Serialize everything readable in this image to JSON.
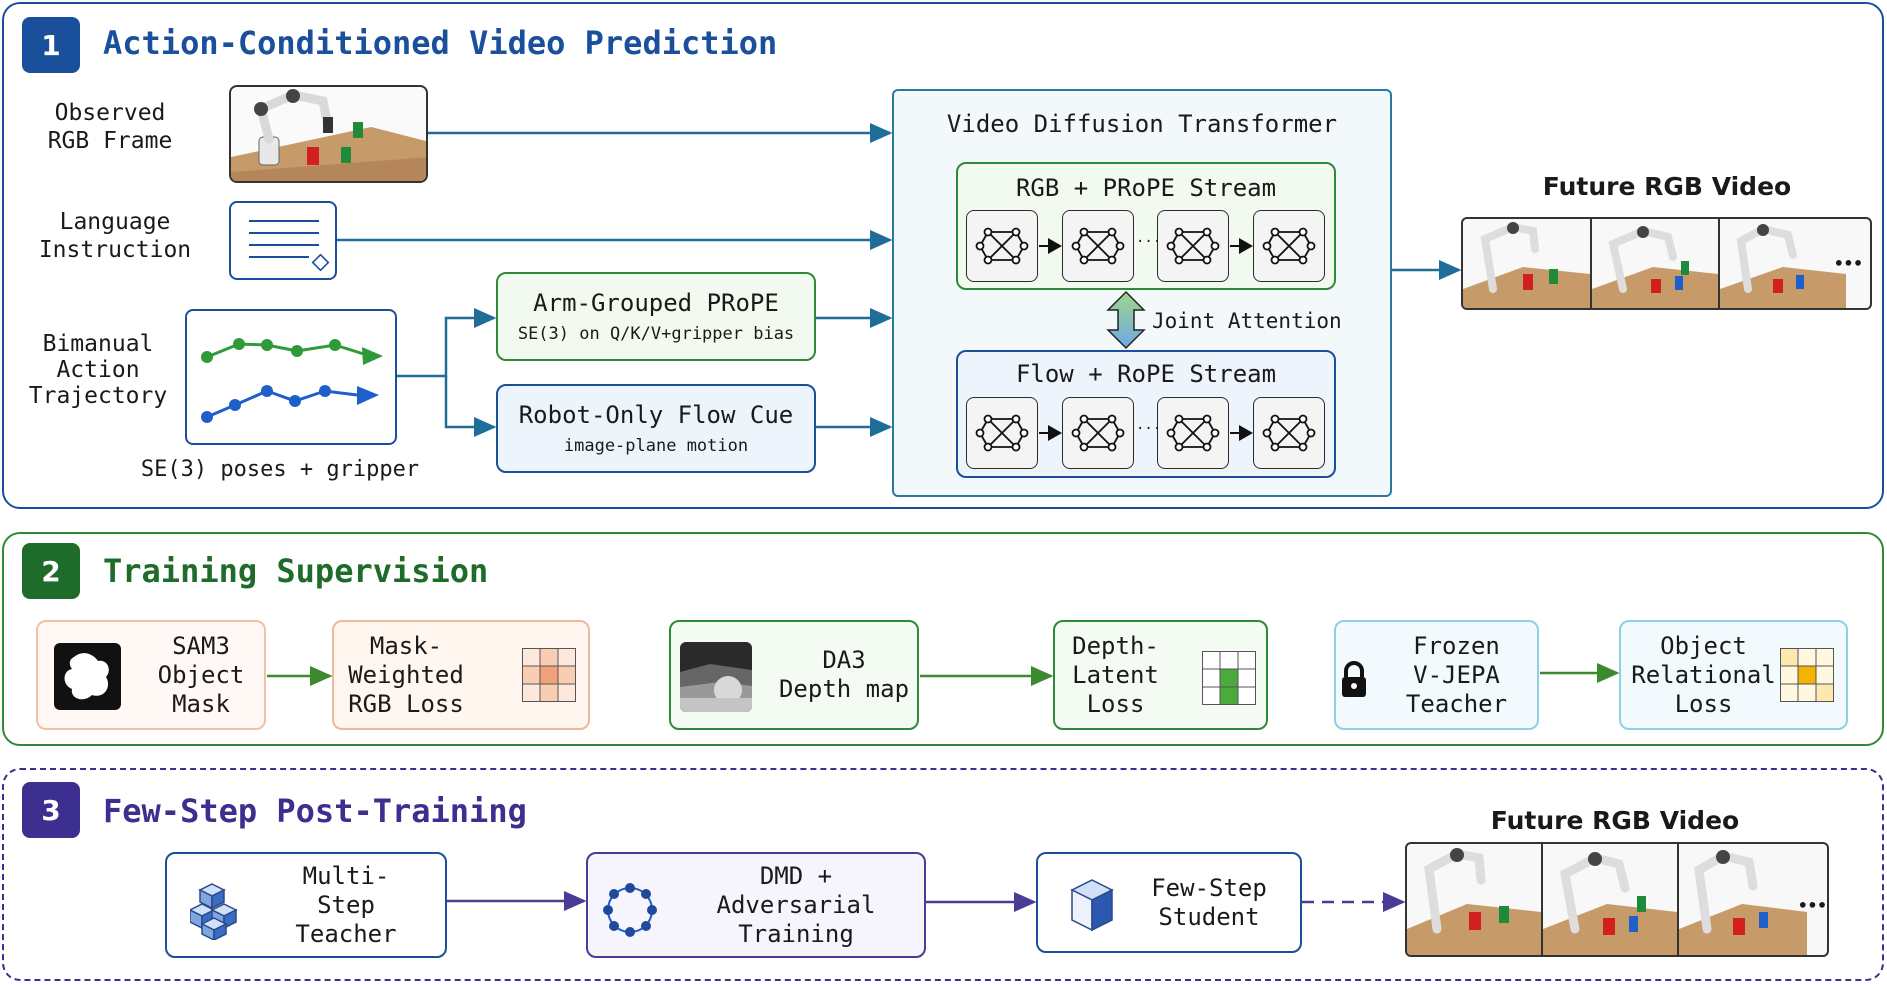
{
  "colors": {
    "blue": "#1a4f9c",
    "green": "#1e6b2a",
    "purple": "#3d2f8f",
    "arrow_blue": "#1f6d99",
    "arrow_green": "#3b8a2e",
    "arrow_purple": "#4b3a96"
  },
  "section1": {
    "number": "1",
    "title": "Action-Conditioned Video Prediction",
    "observed_label": "Observed\nRGB Frame",
    "language_label": "Language\nInstruction",
    "bimanual_label": "Bimanual\nAction\nTrajectory",
    "trajectory_caption": "SE(3) poses + gripper",
    "prope_title": "Arm-Grouped PRoPE",
    "prope_sub": "SE(3) on Q/K/V+gripper bias",
    "flowcue_title": "Robot-Only Flow Cue",
    "flowcue_sub": "image-plane motion",
    "vdt_title": "Video Diffusion Transformer",
    "rgb_stream": "RGB + PRoPE Stream",
    "flow_stream": "Flow + RoPE Stream",
    "joint_attention": "Joint Attention",
    "ellipsis": "...",
    "output_label": "Future RGB Video",
    "more": "•••"
  },
  "section2": {
    "number": "2",
    "title": "Training Supervision",
    "sam3": "SAM3\nObject\nMask",
    "mask_loss": "Mask-\nWeighted\nRGB Loss",
    "da3": "DA3\nDepth map",
    "depth_loss": "Depth-\nLatent\nLoss",
    "vjepa": "Frozen\nV-JEPA\nTeacher",
    "relational_loss": "Object\nRelational\nLoss"
  },
  "section3": {
    "number": "3",
    "title": "Few-Step Post-Training",
    "teacher": "Multi-\nStep\nTeacher",
    "dmd": "DMD +\nAdversarial\nTraining",
    "student": "Few-Step\nStudent",
    "output_label": "Future RGB Video",
    "more": "•••"
  }
}
